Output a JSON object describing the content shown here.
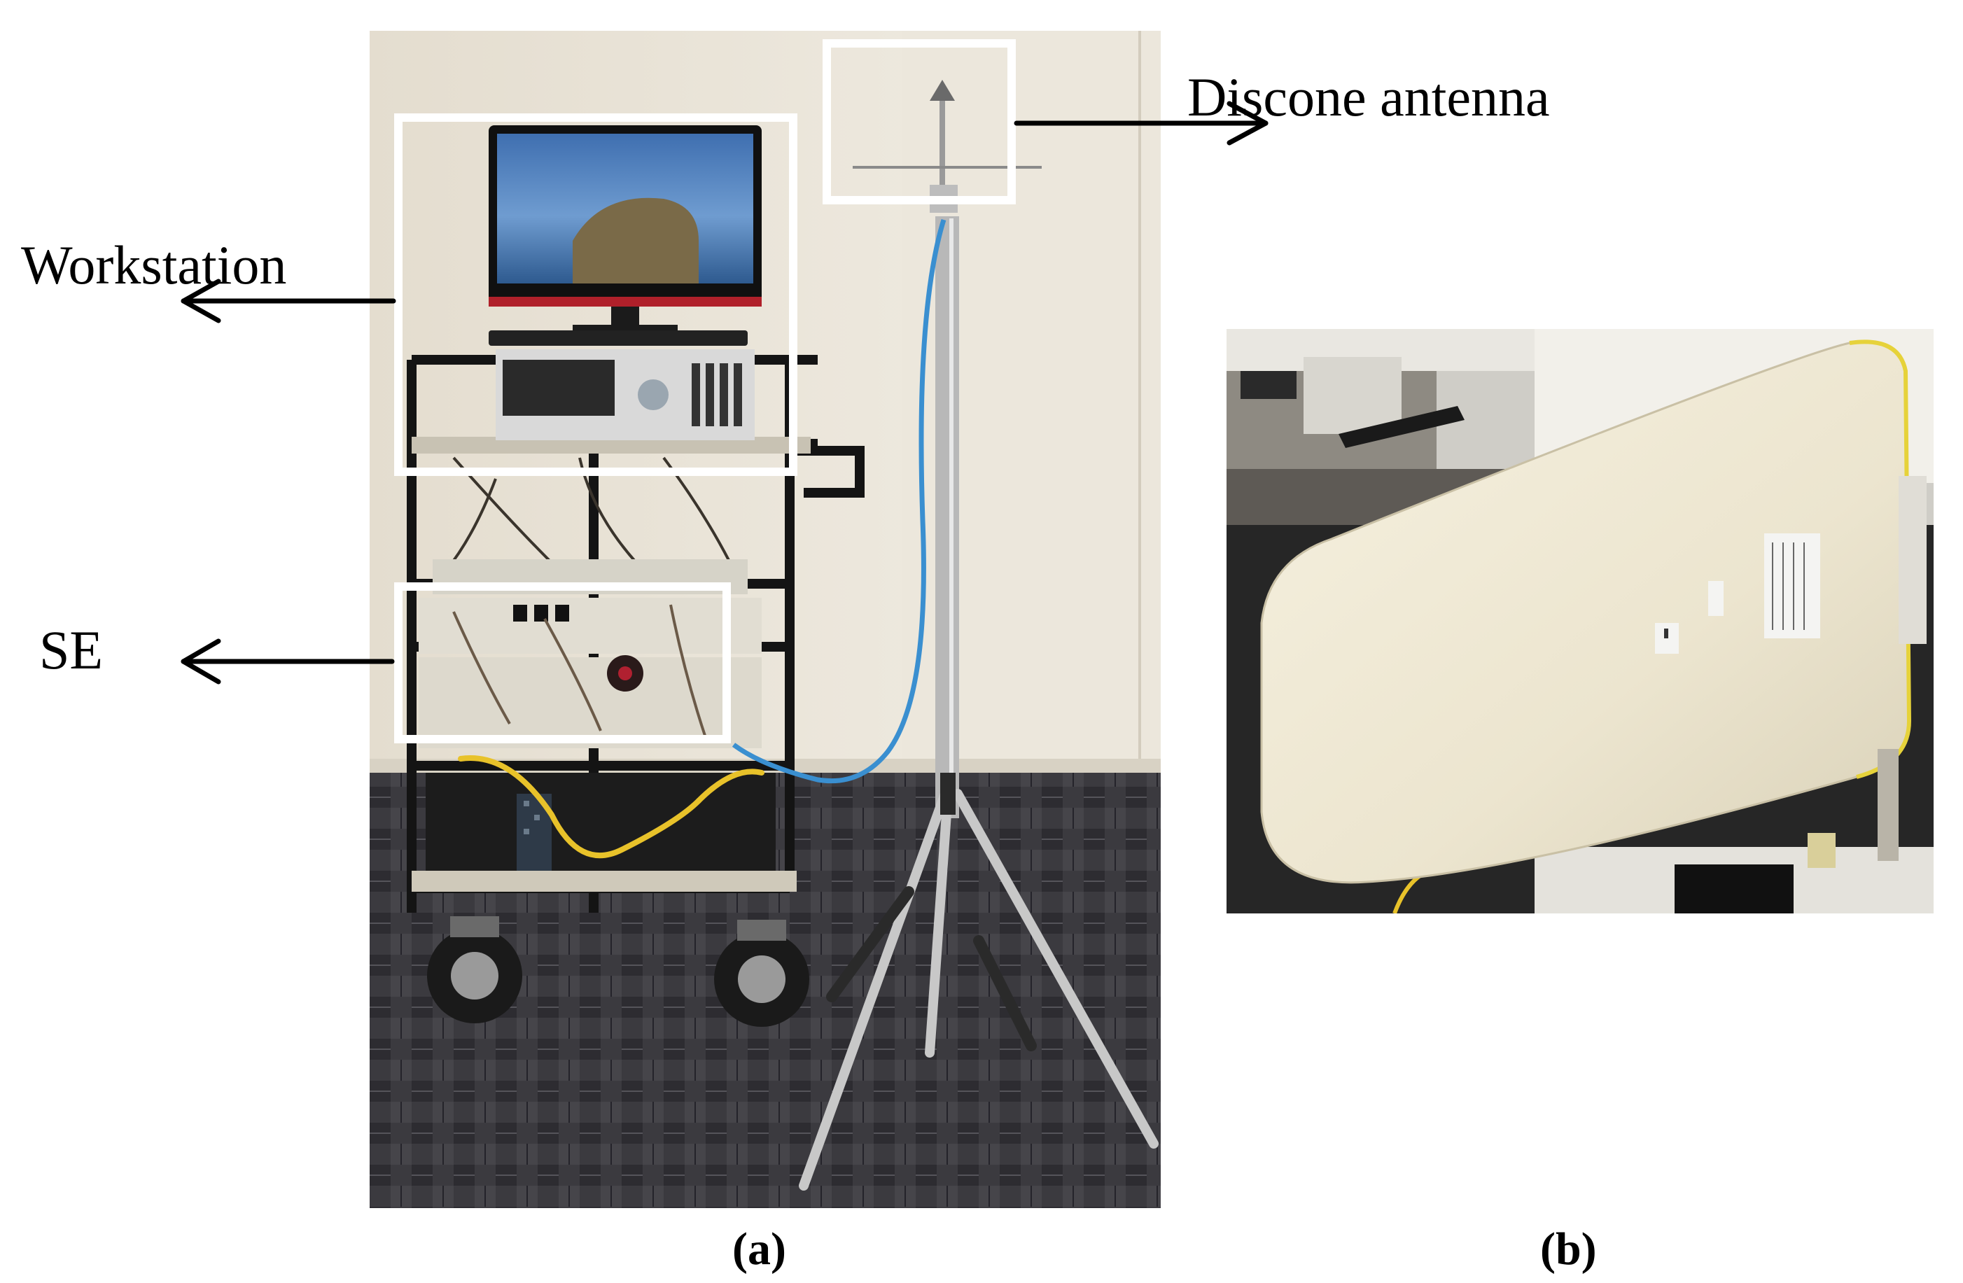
{
  "figure": {
    "panel_a": {
      "caption": "(a)",
      "annotations": {
        "workstation": "Workstation",
        "se": "SE",
        "antenna": "Discone antenna"
      }
    },
    "panel_b": {
      "caption": "(b)"
    }
  },
  "colors": {
    "annotation_box": "#ffffff",
    "arrow": "#000000",
    "cable": "#3a8fd0",
    "ethernet": "#e8c22a",
    "antenna_body": "#efe9d6"
  }
}
